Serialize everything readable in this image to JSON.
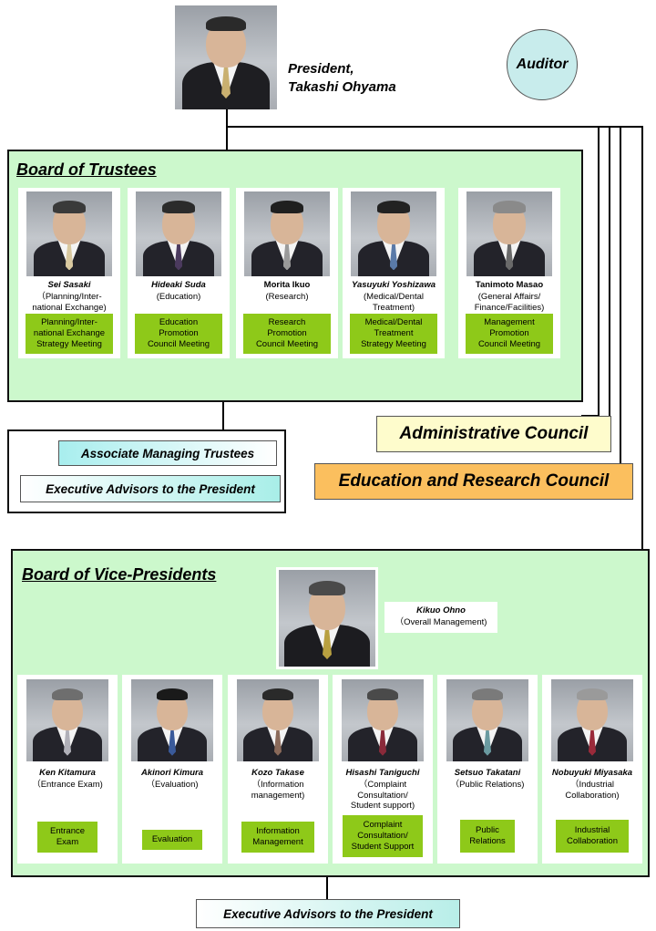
{
  "president": {
    "title": "President,",
    "name": "Takashi Ohyama"
  },
  "auditor": "Auditor",
  "board_of_trustees": {
    "heading": "Board of Trustees",
    "members": [
      {
        "name": "Sei Sasaki",
        "role": "（Planning/Inter-\nnational Exchange)",
        "unit": "Planning/Inter-\nnational Exchange\nStrategy Meeting",
        "tie": "#d9c9a0",
        "hair": "#3a3a3a"
      },
      {
        "name": "Hideaki Suda",
        "role": "(Education)",
        "unit": "Education\nPromotion\nCouncil Meeting",
        "tie": "#4b3a5e",
        "hair": "#2b2b2b"
      },
      {
        "name": "Morita Ikuo",
        "role": "(Research)",
        "unit": "Research\nPromotion\nCouncil Meeting",
        "tie": "#9a9a9a",
        "hair": "#1f1f1f"
      },
      {
        "name": "Yasuyuki Yoshizawa",
        "role": "(Medical/Dental\nTreatment)",
        "unit": "Medical/Dental\nTreatment\nStrategy Meeting",
        "tie": "#5a7aa8",
        "hair": "#222222"
      },
      {
        "name": "Tanimoto Masao",
        "role": "(General Affairs/\nFinance/Facilities)",
        "unit": "Management\nPromotion\nCouncil Meeting",
        "tie": "#6a6a6a",
        "hair": "#8a8a8a"
      }
    ]
  },
  "associate_managing_trustees": "Associate Managing Trustees",
  "executive_advisors_top": "Executive Advisors to the President",
  "administrative_council": "Administrative Council",
  "education_research_council": "Education and Research Council",
  "board_of_vice_presidents": {
    "heading": "Board of Vice-Presidents",
    "chief": {
      "name": "Kikuo Ohno",
      "role": "（Overall Management)"
    },
    "members": [
      {
        "name": "Ken Kitamura",
        "role": "（Entrance Exam)",
        "unit": "Entrance\nExam",
        "tie": "#b0b0b8",
        "hair": "#6e6e6e"
      },
      {
        "name": "Akinori Kimura",
        "role": "（Evaluation)",
        "unit": "Evaluation",
        "tie": "#3a5a9a",
        "hair": "#1a1a1a"
      },
      {
        "name": "Kozo Takase",
        "role": "（Information\nmanagement)",
        "unit": "Information\nManagement",
        "tie": "#8a6a5a",
        "hair": "#2a2a2a"
      },
      {
        "name": "Hisashi Taniguchi",
        "role": "（Complaint\nConsultation/\nStudent support)",
        "unit": "Complaint\nConsultation/\nStudent Support",
        "tie": "#8a2a3a",
        "hair": "#4a4a4a"
      },
      {
        "name": "Setsuo Takatani",
        "role": "（Public Relations)",
        "unit": "Public\nRelations",
        "tie": "#6a9aa0",
        "hair": "#7a7a7a"
      },
      {
        "name": "Nobuyuki Miyasaka",
        "role": "（Industrial\nCollaboration)",
        "unit": "Industrial\nCollaboration",
        "tie": "#9a2a3a",
        "hair": "#9a9a9a"
      }
    ]
  },
  "executive_advisors_bottom": "Executive Advisors to the President"
}
